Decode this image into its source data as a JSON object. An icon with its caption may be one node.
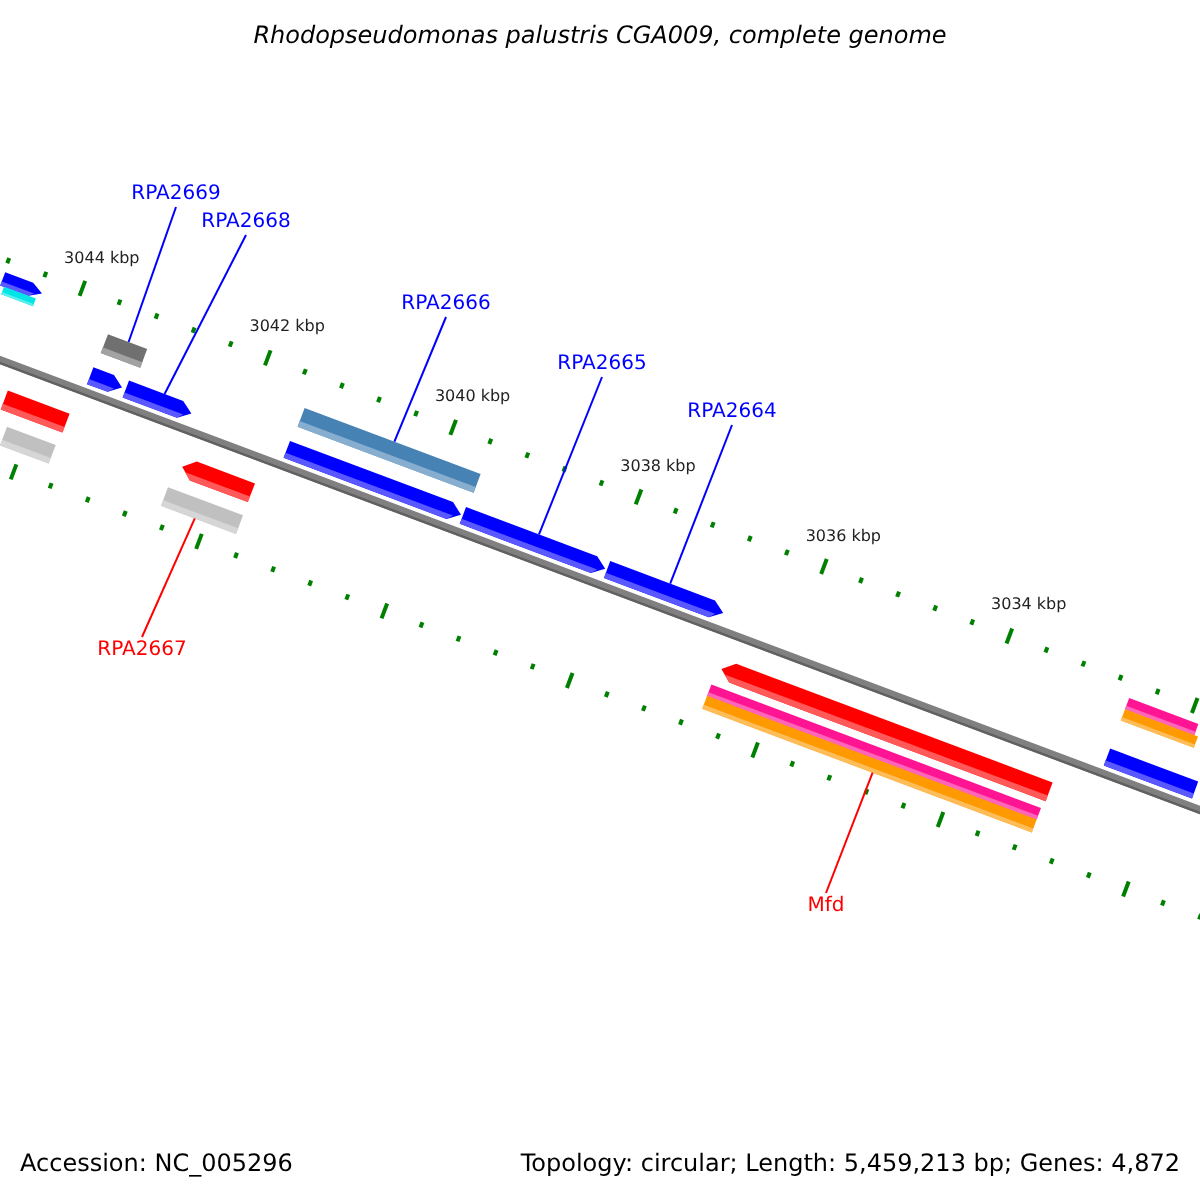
{
  "diagram": {
    "title": "Rhodopseudomonas palustris CGA009, complete genome",
    "nodes": [
      {
        "text": [
          "RPA2669"
        ]
      },
      {
        "text": [
          "RPA2668"
        ]
      },
      {
        "text": [
          "RPA2666"
        ]
      },
      {
        "text": [
          "RPA2665"
        ]
      },
      {
        "text": [
          "RPA2664"
        ]
      },
      {
        "text": [
          "RPA2667"
        ]
      },
      {
        "text": [
          "Mfd"
        ]
      },
      {
        "text": [],
        "shape": "bar"
      },
      {
        "text": [],
        "shape": "bar"
      },
      {
        "text": [],
        "shape": "bar"
      },
      {
        "text": [],
        "shape": "bar"
      },
      {
        "text": [],
        "shape": "bar"
      },
      {
        "text": [],
        "shape": "bar"
      },
      {
        "text": [],
        "shape": "bar"
      },
      {
        "text": [],
        "shape": "bar"
      },
      {
        "text": [],
        "shape": "bar"
      },
      {
        "text": [],
        "shape": "bar"
      },
      {
        "text": [],
        "shape": "bar"
      },
      {
        "text": [],
        "shape": "bar"
      },
      {
        "text": [],
        "shape": "bar"
      },
      {
        "text": [],
        "shape": "bar"
      },
      {
        "text": [],
        "shape": "bar"
      },
      {
        "text": [],
        "shape": "bar"
      },
      {
        "text": [],
        "shape": "bar"
      },
      {
        "text": [],
        "shape": "bar"
      },
      {
        "text": [],
        "shape": "bar"
      }
    ],
    "edges": [
      {
        "from": 0,
        "to": 12,
        "arrow": "none"
      },
      {
        "from": 1,
        "to": 13,
        "arrow": "none"
      },
      {
        "from": 2,
        "to": 17,
        "arrow": "none"
      },
      {
        "from": 3,
        "to": 18,
        "arrow": "none"
      },
      {
        "from": 4,
        "to": 19,
        "arrow": "none"
      },
      {
        "from": 5,
        "to": 14,
        "arrow": "none",
        "color": "#ff0000"
      },
      {
        "from": 6,
        "to": 20,
        "arrow": "none",
        "color": "#ff0000"
      }
    ],
    "labels": [
      "3044 kbp",
      "3042 kbp",
      "3040 kbp",
      "3038 kbp",
      "3036 kbp",
      "3034 kbp",
      "Accession: NC_005296",
      "Topology: circular; Length: 5,459,213 bp; Genes: 4,872"
    ]
  }
}
